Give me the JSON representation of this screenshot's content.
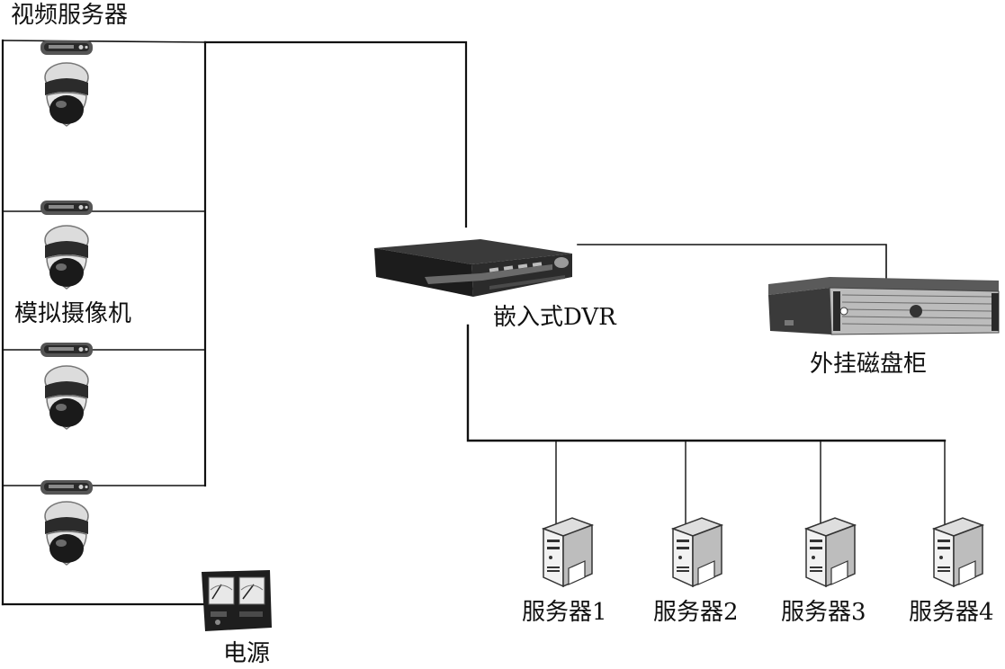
{
  "labels": {
    "video_server": "视频服务器",
    "analog_camera": "模拟摄像机",
    "embedded_dvr": "嵌入式DVR",
    "disk_array": "外挂磁盘柜",
    "power_supply": "电源",
    "servers": [
      "服务器1",
      "服务器2",
      "服务器3",
      "服务器4"
    ]
  },
  "colors": {
    "line": "#111111",
    "device_dark": "#2a2a2a",
    "device_mid": "#6e6e6e",
    "device_light": "#d9d9d9"
  }
}
